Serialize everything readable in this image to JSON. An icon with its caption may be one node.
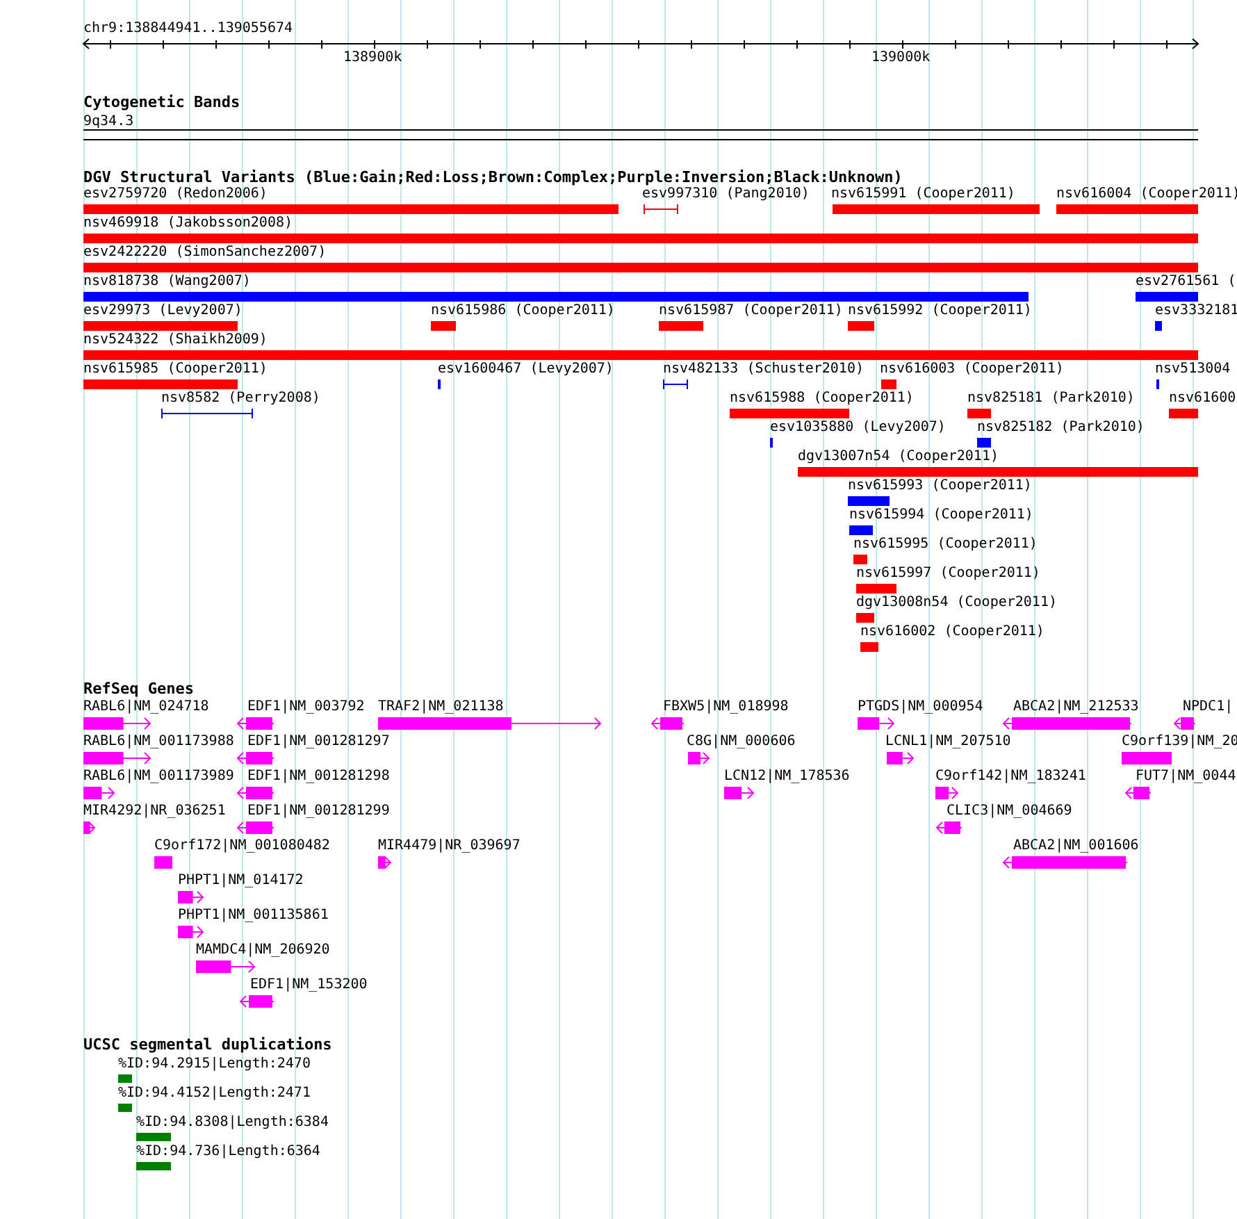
{
  "diagram": {
    "labels": [
      "chr9:138844941..139055674",
      "138900k",
      "139000k",
      "Cytogenetic Bands",
      "9q34.3",
      "DGV Structural Variants (Blue:Gain;Red:Loss;Brown:Complex;Purple:Inversion;Black:Unknown)",
      "esv2759720 (Redon2006)",
      "esv997310 (Pang2010)",
      "nsv615991 (Cooper2011)",
      "nsv616004 (Cooper2011)",
      "nsv469918 (Jakobsson2008)",
      "esv2422220 (SimonSanchez2007)",
      "nsv818738 (Wang2007)",
      "esv2761561 (",
      "esv29973 (Levy2007)",
      "nsv615986 (Cooper2011)",
      "nsv615987 (Cooper2011)",
      "nsv615992 (Cooper2011)",
      "esv3332181",
      "nsv524322 (Shaikh2009)",
      "nsv615985 (Cooper2011)",
      "esv1600467 (Levy2007)",
      "nsv482133 (Schuster2010)",
      "nsv616003 (Cooper2011)",
      "nsv513004",
      "nsv8582 (Perry2008)",
      "nsv615988 (Cooper2011)",
      "nsv825181 (Park2010)",
      "nsv61600",
      "esv1035880 (Levy2007)",
      "nsv825182 (Park2010)",
      "dgv13007n54 (Cooper2011)",
      "nsv615993 (Cooper2011)",
      "nsv615994 (Cooper2011)",
      "nsv615995 (Cooper2011)",
      "nsv615997 (Cooper2011)",
      "dgv13008n54 (Cooper2011)",
      "nsv616002 (Cooper2011)",
      "RefSeq Genes",
      "RABL6|NM_024718",
      "EDF1|NM_003792",
      "TRAF2|NM_021138",
      "FBXW5|NM_018998",
      "PTGDS|NM_000954",
      "ABCA2|NM_212533",
      "NPDC1|",
      "RABL6|NM_001173988",
      "EDF1|NM_001281297",
      "C8G|NM_000606",
      "LCNL1|NM_207510",
      "C9orf139|NM_20",
      "RABL6|NM_001173989",
      "EDF1|NM_001281298",
      "LCN12|NM_178536",
      "C9orf142|NM_183241",
      "FUT7|NM_0044",
      "MIR4292|NR_036251",
      "EDF1|NM_001281299",
      "CLIC3|NM_004669",
      "C9orf172|NM_001080482",
      "MIR4479|NR_039697",
      "ABCA2|NM_001606",
      "PHPT1|NM_014172",
      "PHPT1|NM_001135861",
      "MAMDC4|NM_206920",
      "EDF1|NM_153200",
      "UCSC segmental duplications",
      "%ID:94.2915|Length:2470",
      "%ID:94.4152|Length:2471",
      "%ID:94.8308|Length:6384",
      "%ID:94.736|Length:6364"
    ]
  }
}
